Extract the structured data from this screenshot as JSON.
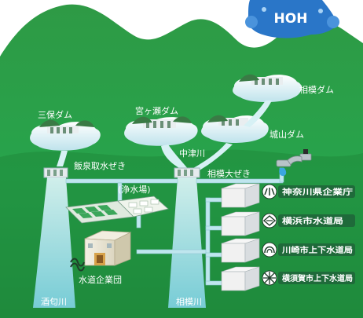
{
  "character": {
    "text": "HOH"
  },
  "dams": {
    "miho": "三保ダム",
    "miyagase": "宮ヶ瀬ダム",
    "sagami": "相模ダム",
    "shiroyama": "城山ダム"
  },
  "rivers": {
    "nakatsu": "中津川",
    "sakawa": "酒匂川",
    "sagami": "相模川"
  },
  "weirs": {
    "iizumi": "飯泉取水ぜき",
    "sagami_oozeki": "相模大ぜき"
  },
  "facilities": {
    "purification": "(浄水場)",
    "authority": "水道企業団"
  },
  "organizations": [
    {
      "name": "神奈川県企業庁",
      "emblem": "kanagawa-emblem-icon"
    },
    {
      "name": "横浜市水道局",
      "emblem": "yokohama-emblem-icon"
    },
    {
      "name": "川崎市上下水道局",
      "emblem": "kawasaki-emblem-icon"
    },
    {
      "name": "横須賀市上下水道局",
      "emblem": "yokosuka-emblem-icon"
    }
  ],
  "colors": {
    "mountain": "#2f9a45",
    "mountain_dark": "#1d7a34",
    "water": "#cdeff4",
    "pipe": "#bfe6ee",
    "org_badge": "#1f6a3a"
  }
}
